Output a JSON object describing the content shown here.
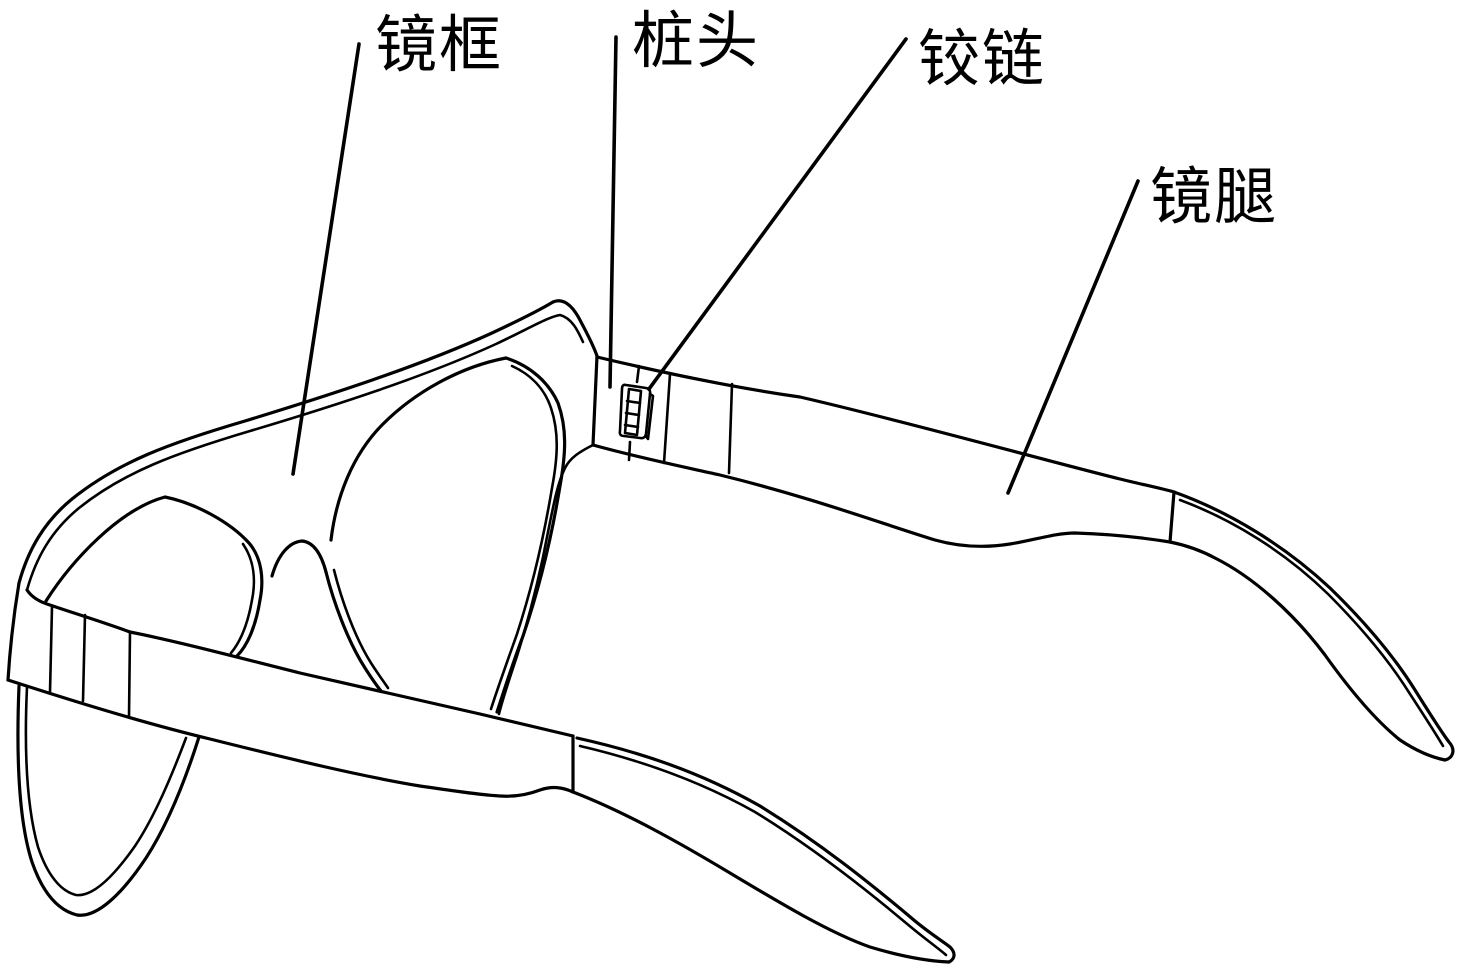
{
  "figure": {
    "type": "patent-style line drawing",
    "subject": "eyeglasses perspective view with hinge detail",
    "background_color": "#ffffff",
    "stroke_color": "#000000",
    "labels": [
      {
        "id": "lens-frame",
        "text": "镜框"
      },
      {
        "id": "end-piece",
        "text": "桩头"
      },
      {
        "id": "hinge",
        "text": "铰链"
      },
      {
        "id": "temple",
        "text": "镜腿"
      }
    ]
  }
}
